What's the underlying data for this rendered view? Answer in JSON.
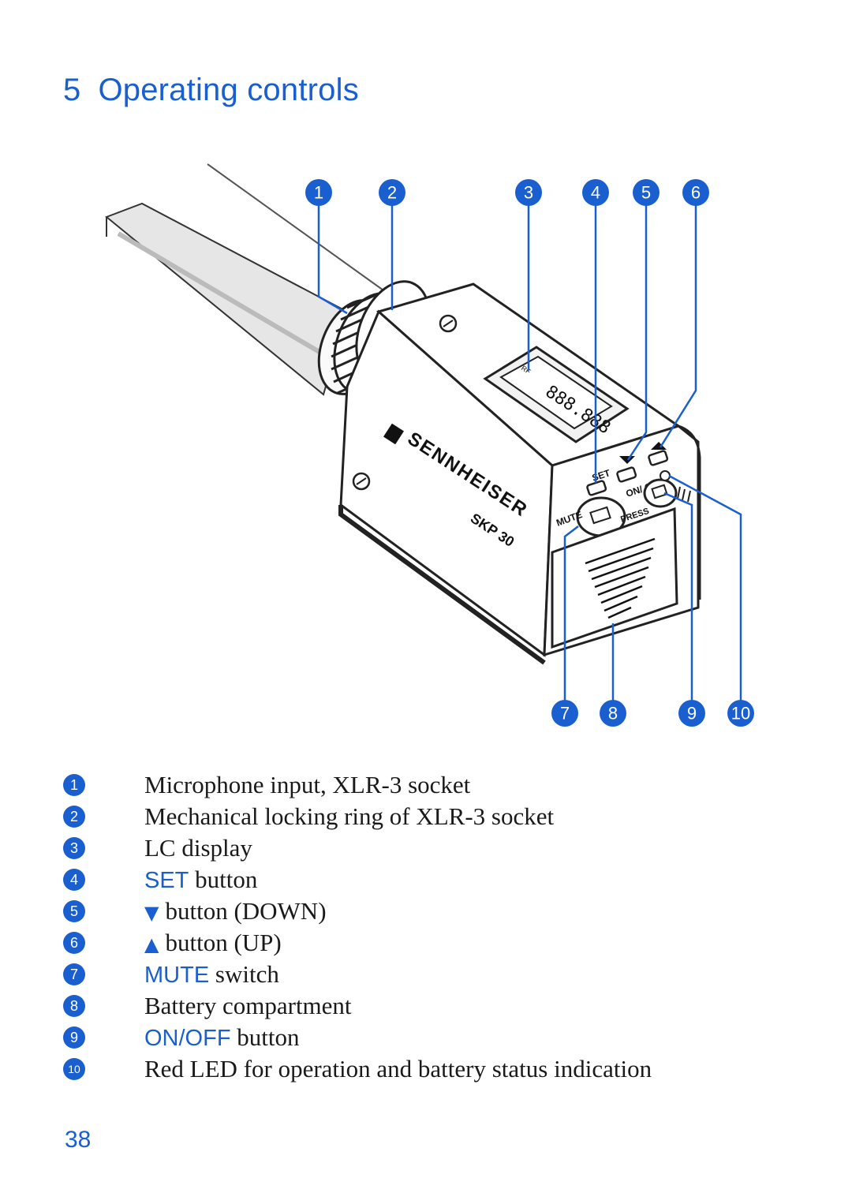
{
  "heading": {
    "number": "5",
    "title": "Operating controls"
  },
  "device": {
    "brand": "SENNHEISER",
    "model": "SKP 30",
    "display_digits": "888.888",
    "rf_label": "RF",
    "labels": {
      "set": "SET",
      "on_off": "ON/ OFF",
      "press": "PRESS",
      "mute": "MUTE"
    }
  },
  "callouts": [
    "1",
    "2",
    "3",
    "4",
    "5",
    "6",
    "7",
    "8",
    "9",
    "10"
  ],
  "legend": [
    {
      "num": "1",
      "text": "Microphone input, XLR-3 socket"
    },
    {
      "num": "2",
      "text": "Mechanical locking ring of XLR-3 socket"
    },
    {
      "num": "3",
      "text": "LC display"
    },
    {
      "num": "4",
      "keyword": "SET",
      "text": "button"
    },
    {
      "num": "5",
      "symbol": "▼",
      "text": "button (DOWN)"
    },
    {
      "num": "6",
      "symbol": "▲",
      "text": "button (UP)"
    },
    {
      "num": "7",
      "keyword": "MUTE",
      "text": "switch"
    },
    {
      "num": "8",
      "text": "Battery compartment"
    },
    {
      "num": "9",
      "keyword": "ON/OFF",
      "text": "button"
    },
    {
      "num": "10",
      "text": "Red LED for operation and battery status indication"
    }
  ],
  "page_number": "38",
  "colors": {
    "accent": "#1a5fd0",
    "text": "#1a1a1a"
  }
}
